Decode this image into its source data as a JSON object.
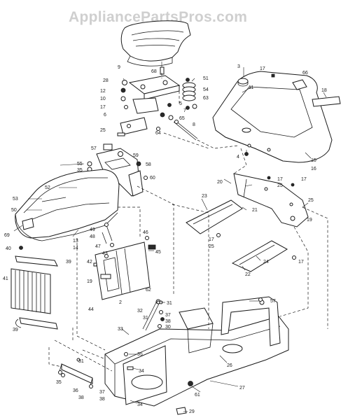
{
  "watermark": "AppliancePartsPros.com",
  "labels": [
    {
      "id": "lbl-9",
      "text": "9"
    },
    {
      "id": "lbl-68",
      "text": "68"
    },
    {
      "id": "lbl-3",
      "text": "3"
    },
    {
      "id": "lbl-17a",
      "text": "17"
    },
    {
      "id": "lbl-66",
      "text": "66"
    },
    {
      "id": "lbl-51",
      "text": "51"
    },
    {
      "id": "lbl-28",
      "text": "28"
    },
    {
      "id": "lbl-12",
      "text": "12"
    },
    {
      "id": "lbl-10",
      "text": "10"
    },
    {
      "id": "lbl-17b",
      "text": "17"
    },
    {
      "id": "lbl-54",
      "text": "54"
    },
    {
      "id": "lbl-63",
      "text": "63"
    },
    {
      "id": "lbl-6",
      "text": "6"
    },
    {
      "id": "lbl-5",
      "text": "5"
    },
    {
      "id": "lbl-7",
      "text": "7"
    },
    {
      "id": "lbl-65",
      "text": "65"
    },
    {
      "id": "lbl-11",
      "text": "11"
    },
    {
      "id": "lbl-18",
      "text": "18"
    },
    {
      "id": "lbl-8",
      "text": "8"
    },
    {
      "id": "lbl-25a",
      "text": "25"
    },
    {
      "id": "lbl-64",
      "text": "64"
    },
    {
      "id": "lbl-57a",
      "text": "57"
    },
    {
      "id": "lbl-59",
      "text": "59"
    },
    {
      "id": "lbl-4",
      "text": "4"
    },
    {
      "id": "lbl-15",
      "text": "15"
    },
    {
      "id": "lbl-16",
      "text": "16"
    },
    {
      "id": "lbl-55",
      "text": "55"
    },
    {
      "id": "lbl-58",
      "text": "58"
    },
    {
      "id": "lbl-35a",
      "text": "35"
    },
    {
      "id": "lbl-60",
      "text": "60"
    },
    {
      "id": "lbl-20",
      "text": "20"
    },
    {
      "id": "lbl-17c",
      "text": "17"
    },
    {
      "id": "lbl-17d",
      "text": "17"
    },
    {
      "id": "lbl-25b",
      "text": "25"
    },
    {
      "id": "lbl-52",
      "text": "52"
    },
    {
      "id": "lbl-53",
      "text": "53"
    },
    {
      "id": "lbl-23",
      "text": "23"
    },
    {
      "id": "lbl-25c",
      "text": "25"
    },
    {
      "id": "lbl-50",
      "text": "50"
    },
    {
      "id": "lbl-21",
      "text": "21"
    },
    {
      "id": "lbl-19",
      "text": "19"
    },
    {
      "id": "lbl-69",
      "text": "69"
    },
    {
      "id": "lbl-13",
      "text": "13"
    },
    {
      "id": "lbl-14",
      "text": "14"
    },
    {
      "id": "lbl-49",
      "text": "49"
    },
    {
      "id": "lbl-48",
      "text": "48"
    },
    {
      "id": "lbl-46",
      "text": "46"
    },
    {
      "id": "lbl-17e",
      "text": "17"
    },
    {
      "id": "lbl-25d",
      "text": "25"
    },
    {
      "id": "lbl-40",
      "text": "40"
    },
    {
      "id": "lbl-47",
      "text": "47"
    },
    {
      "id": "lbl-45",
      "text": "45"
    },
    {
      "id": "lbl-24",
      "text": "24"
    },
    {
      "id": "lbl-43",
      "text": "43"
    },
    {
      "id": "lbl-42",
      "text": "42"
    },
    {
      "id": "lbl-39a",
      "text": "39"
    },
    {
      "id": "lbl-17f",
      "text": "17"
    },
    {
      "id": "lbl-22",
      "text": "22"
    },
    {
      "id": "lbl-41",
      "text": "41"
    },
    {
      "id": "lbl-19b",
      "text": "19"
    },
    {
      "id": "lbl-62",
      "text": "62"
    },
    {
      "id": "lbl-44",
      "text": "44"
    },
    {
      "id": "lbl-2",
      "text": "2"
    },
    {
      "id": "lbl-31a",
      "text": "31"
    },
    {
      "id": "lbl-57b",
      "text": "57"
    },
    {
      "id": "lbl-32",
      "text": "32"
    },
    {
      "id": "lbl-37a",
      "text": "37"
    },
    {
      "id": "lbl-31b",
      "text": "31"
    },
    {
      "id": "lbl-38a",
      "text": "38"
    },
    {
      "id": "lbl-30",
      "text": "30"
    },
    {
      "id": "lbl-39b",
      "text": "39"
    },
    {
      "id": "lbl-33",
      "text": "33"
    },
    {
      "id": "lbl-35b",
      "text": "35"
    },
    {
      "id": "lbl-26",
      "text": "26"
    },
    {
      "id": "lbl-31c",
      "text": "31"
    },
    {
      "id": "lbl-34a",
      "text": "34"
    },
    {
      "id": "lbl-36",
      "text": "36"
    },
    {
      "id": "lbl-35c",
      "text": "35"
    },
    {
      "id": "lbl-38b",
      "text": "38"
    },
    {
      "id": "lbl-37b",
      "text": "37"
    },
    {
      "id": "lbl-38c",
      "text": "38"
    },
    {
      "id": "lbl-61",
      "text": "61"
    },
    {
      "id": "lbl-27",
      "text": "27"
    },
    {
      "id": "lbl-34b",
      "text": "34"
    },
    {
      "id": "lbl-29",
      "text": "29"
    }
  ]
}
